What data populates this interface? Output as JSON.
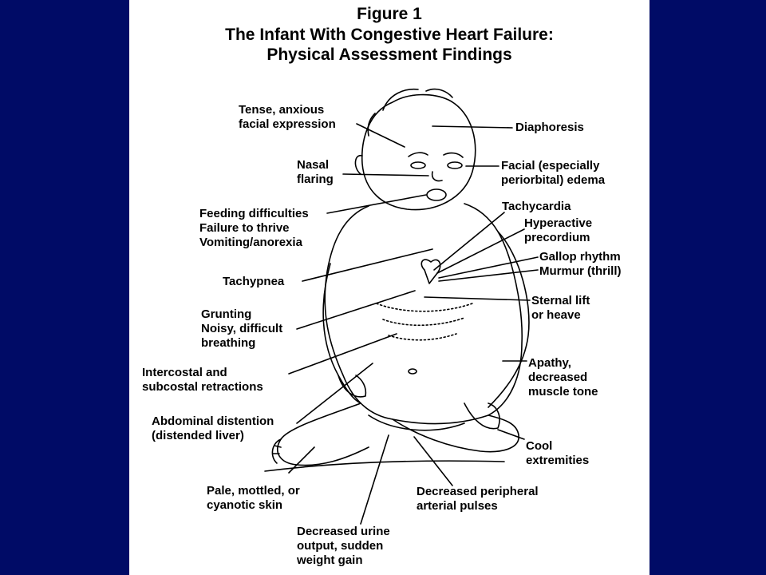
{
  "figure": {
    "number": "Figure 1",
    "title_line1": "The Infant With Congestive Heart Failure:",
    "title_line2": "Physical Assessment Findings"
  },
  "labels": {
    "tense": [
      "Tense, anxious",
      "facial expression"
    ],
    "diaphoresis": [
      "Diaphoresis"
    ],
    "nasal": [
      "Nasal",
      "flaring"
    ],
    "facial_edema": [
      "Facial (especially",
      "periorbital) edema"
    ],
    "feeding": [
      "Feeding difficulties",
      "Failure to thrive",
      "Vomiting/anorexia"
    ],
    "tachycardia": [
      "Tachycardia"
    ],
    "hyperactive": [
      "Hyperactive",
      "precordium"
    ],
    "gallop": [
      "Gallop rhythm",
      "Murmur (thrill)"
    ],
    "tachypnea": [
      "Tachypnea"
    ],
    "sternal": [
      "Sternal lift",
      "or heave"
    ],
    "grunting": [
      "Grunting",
      "Noisy, difficult",
      "breathing"
    ],
    "apathy": [
      "Apathy,",
      "decreased",
      "muscle tone"
    ],
    "intercostal": [
      "Intercostal and",
      "subcostal retractions"
    ],
    "abdominal": [
      "Abdominal distention",
      "(distended liver)"
    ],
    "cool": [
      "Cool",
      "extremities"
    ],
    "pale": [
      "Pale, mottled, or",
      "cyanotic skin"
    ],
    "pulses": [
      "Decreased peripheral",
      "arterial pulses"
    ],
    "urine": [
      "Decreased urine",
      "output, sudden",
      "weight gain"
    ]
  }
}
